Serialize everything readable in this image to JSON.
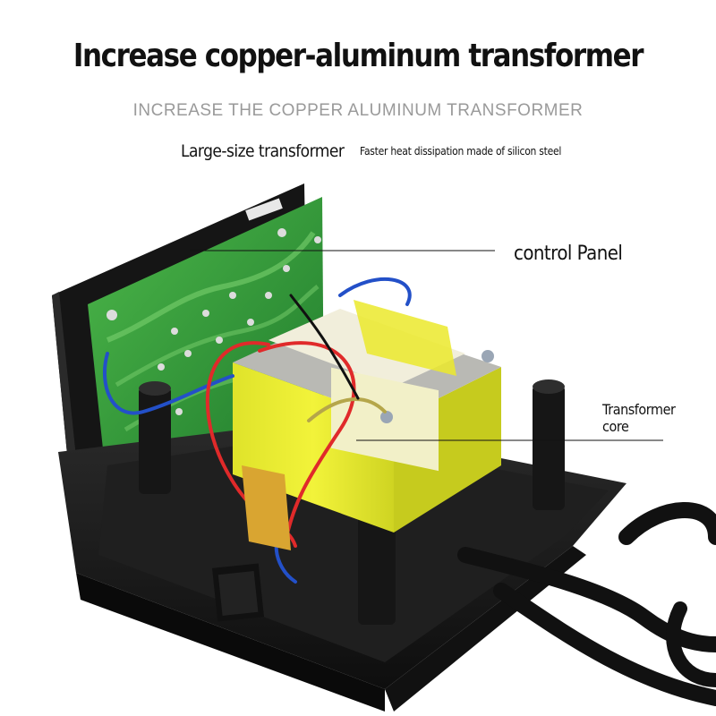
{
  "header": {
    "title": "Increase copper-aluminum transformer",
    "subtitle": "INCREASE THE COPPER ALUMINUM TRANSFORMER"
  },
  "features": {
    "primary": "Large-size transformer",
    "secondary": "Faster heat dissipation made of silicon steel"
  },
  "callouts": {
    "control_panel": "control Panel",
    "transformer_core": "Transformer core"
  },
  "colors": {
    "housing": "#1b1b1b",
    "pcb": "#2f9a3a",
    "transformer": "#e7ea2a",
    "bobbin": "#f2f0c8",
    "wire_red": "#e02a2a",
    "wire_blue": "#2350c8",
    "wire_olive": "#b5a64a"
  }
}
